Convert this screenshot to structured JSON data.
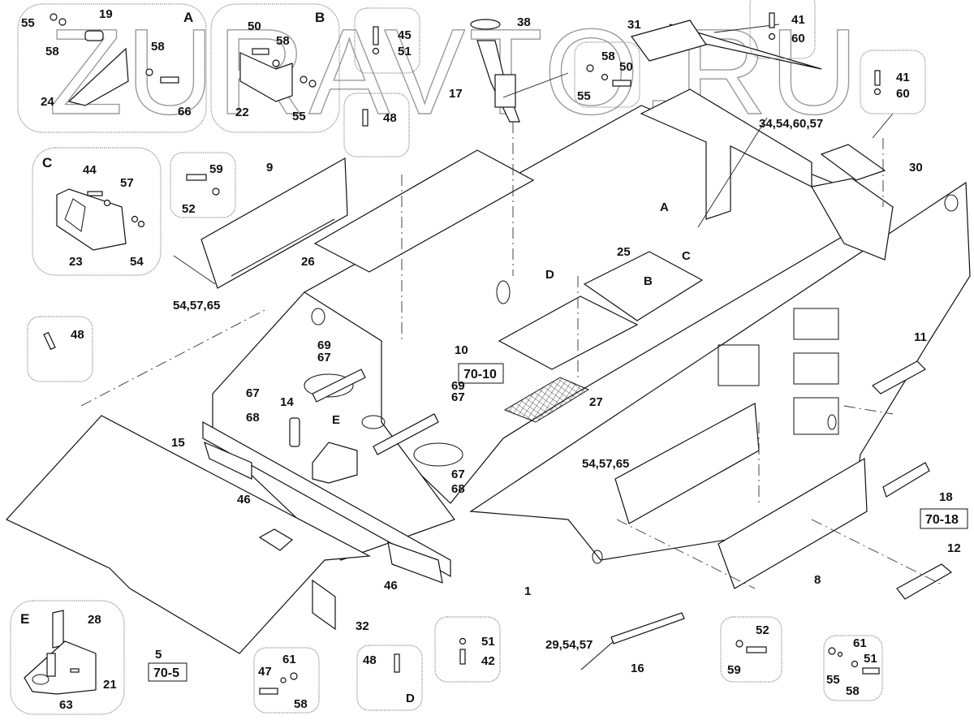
{
  "diagram": {
    "title": "Frame assembly exploded view",
    "watermark": "ZURAVTO.RU",
    "colors": {
      "ink": "#111111",
      "callout_border": "#888888",
      "watermark": "#9a9a9a",
      "background": "#ffffff"
    },
    "detail_views": [
      {
        "id": "A",
        "letter": "A",
        "parts": [
          "55",
          "19",
          "58",
          "58",
          "24",
          "66"
        ]
      },
      {
        "id": "B",
        "letter": "B",
        "parts": [
          "50",
          "58",
          "22",
          "55"
        ]
      },
      {
        "id": "C",
        "letter": "C",
        "parts": [
          "44",
          "57",
          "23",
          "54"
        ]
      },
      {
        "id": "D",
        "letter": "D",
        "parts": [
          "48"
        ]
      },
      {
        "id": "E",
        "letter": "E",
        "parts": [
          "28",
          "21",
          "63"
        ]
      }
    ],
    "hardware_callouts": [
      {
        "id": "c-45-51",
        "parts": [
          "45",
          "51"
        ]
      },
      {
        "id": "c-48-top",
        "parts": [
          "48"
        ]
      },
      {
        "id": "c-55-58-50",
        "parts": [
          "58",
          "50",
          "55"
        ]
      },
      {
        "id": "c-41-60-top",
        "parts": [
          "41",
          "60"
        ]
      },
      {
        "id": "c-41-60-right",
        "parts": [
          "41",
          "60"
        ]
      },
      {
        "id": "c-52-59",
        "parts": [
          "59",
          "52"
        ]
      },
      {
        "id": "c-48-left",
        "parts": [
          "48"
        ]
      },
      {
        "id": "c-47-61-58",
        "parts": [
          "61",
          "47",
          "58"
        ]
      },
      {
        "id": "c-51-42",
        "parts": [
          "51",
          "42"
        ]
      },
      {
        "id": "c-59-52",
        "parts": [
          "52",
          "59"
        ]
      },
      {
        "id": "c-61-55-58-51",
        "parts": [
          "61",
          "51",
          "55",
          "58"
        ]
      }
    ],
    "labels": {
      "a_55": "55",
      "a_19": "19",
      "a_58a": "58",
      "a_58b": "58",
      "a_24": "24",
      "a_66": "66",
      "a_letter": "A",
      "b_50": "50",
      "b_58": "58",
      "b_22": "22",
      "b_55": "55",
      "b_letter": "B",
      "c45": "45",
      "c51": "51",
      "c48top": "48",
      "p38": "38",
      "p17": "17",
      "m58": "58",
      "m50": "50",
      "m55": "55",
      "p31": "31",
      "t41": "41",
      "t60": "60",
      "r41": "41",
      "r60": "60",
      "p34": "34,54,60,57",
      "p30": "30",
      "c_letter": "C",
      "c_44": "44",
      "c_57": "57",
      "c_23": "23",
      "c_54": "54",
      "k59": "59",
      "k52": "52",
      "p9": "9",
      "p26": "26",
      "p545765a": "54,57,65",
      "l48": "48",
      "ptA": "A",
      "ptC": "C",
      "ptB": "B",
      "ptD": "D",
      "p25": "25",
      "p10": "10",
      "p69a": "69",
      "p67a": "67",
      "p67b": "67",
      "p68a": "68",
      "p14": "14",
      "ptE": "E",
      "p69b": "69",
      "p67c": "67",
      "p67d": "67",
      "p68b": "68",
      "p15": "15",
      "p46a": "46",
      "p46b": "46",
      "p27": "27",
      "p545765b": "54,57,65",
      "p11": "11",
      "p18": "18",
      "p12": "12",
      "p1": "1",
      "p8": "8",
      "p5": "5",
      "p32": "32",
      "e_letter": "E",
      "e_28": "28",
      "e_21": "21",
      "e_63": "63",
      "h61": "61",
      "h47": "47",
      "h58": "58",
      "d48": "48",
      "d_letter": "D",
      "g51": "51",
      "g42": "42",
      "p29": "29,54,57",
      "p16": "16",
      "j52": "52",
      "j59": "59",
      "q61": "61",
      "q51": "51",
      "q55": "55",
      "q58": "58"
    },
    "page_refs": {
      "ref_70_10": "70-10",
      "ref_70_18": "70-18",
      "ref_70_5": "70-5"
    }
  }
}
